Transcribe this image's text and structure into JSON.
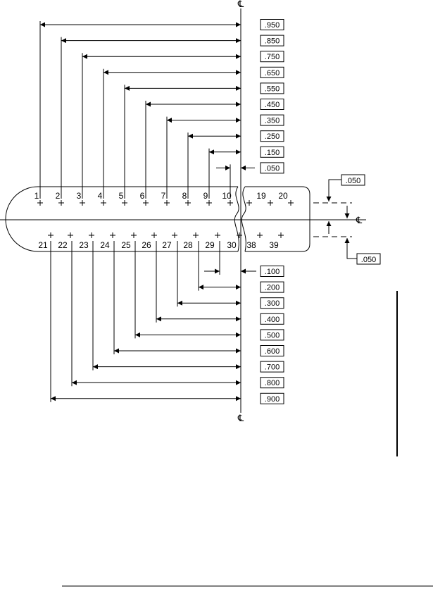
{
  "centerline_symbol": "℄",
  "top_dimensions": [
    {
      "pin": "1",
      "value": ".950"
    },
    {
      "pin": "2",
      "value": ".850"
    },
    {
      "pin": "3",
      "value": ".750"
    },
    {
      "pin": "4",
      "value": ".650"
    },
    {
      "pin": "5",
      "value": ".550"
    },
    {
      "pin": "6",
      "value": ".450"
    },
    {
      "pin": "7",
      "value": ".350"
    },
    {
      "pin": "8",
      "value": ".250"
    },
    {
      "pin": "9",
      "value": ".150"
    },
    {
      "pin": "10",
      "value": ".050"
    }
  ],
  "bottom_dimensions": [
    {
      "pin": "30",
      "value": ".100"
    },
    {
      "pin": "29",
      "value": ".200"
    },
    {
      "pin": "28",
      "value": ".300"
    },
    {
      "pin": "27",
      "value": ".400"
    },
    {
      "pin": "26",
      "value": ".500"
    },
    {
      "pin": "25",
      "value": ".600"
    },
    {
      "pin": "24",
      "value": ".700"
    },
    {
      "pin": "23",
      "value": ".800"
    },
    {
      "pin": "22",
      "value": ".900"
    }
  ],
  "top_row_pins_right": [
    "19",
    "20"
  ],
  "bottom_row_pins_left": [
    "21",
    "22",
    "23",
    "24",
    "25",
    "26",
    "27",
    "28",
    "29",
    "30"
  ],
  "bottom_row_pins_right": [
    "38",
    "39"
  ],
  "row_offset_top": ".050",
  "row_offset_bottom": ".050"
}
